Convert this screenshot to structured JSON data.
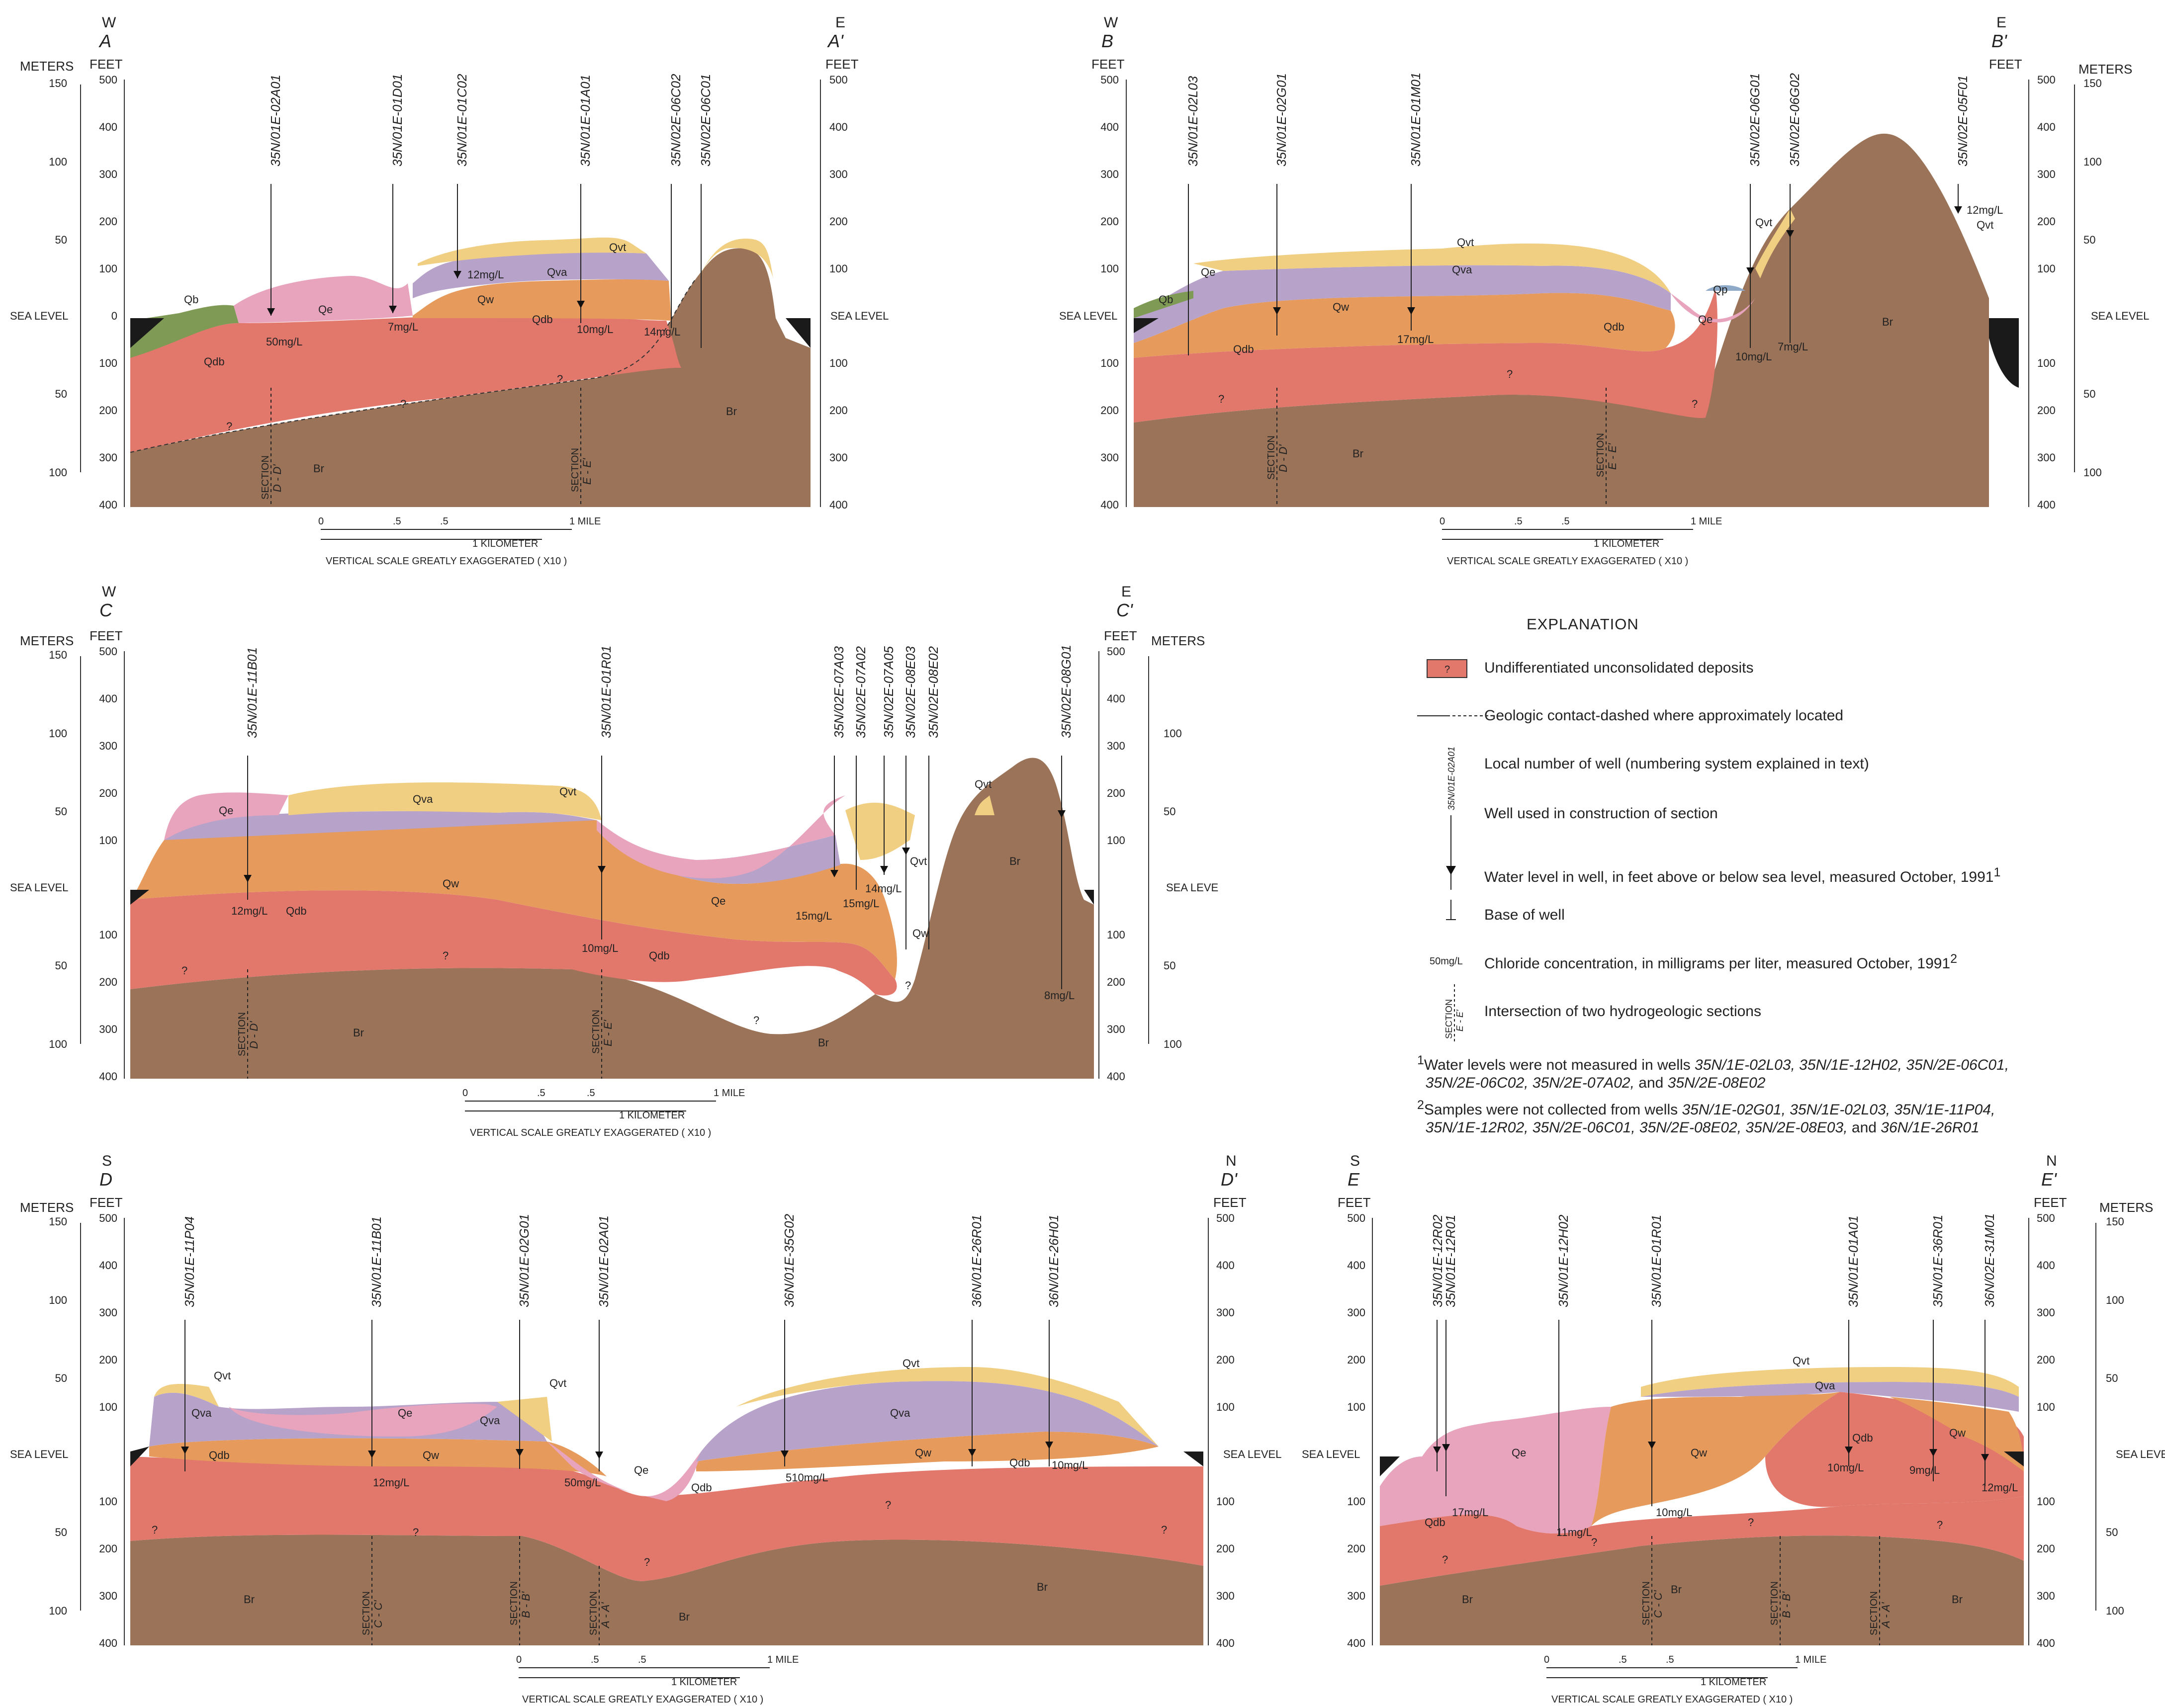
{
  "colors": {
    "Br": "#9a7358",
    "Qdb": "#e2776c",
    "Qw": "#e69a5c",
    "Qva": "#b7a2c9",
    "Qvt": "#f0cf82",
    "Qe": "#e8a3bd",
    "Qb": "#7f9a55",
    "Qp": "#8eaac8",
    "sea": "#1a1a1a"
  },
  "common": {
    "feet": "FEET",
    "meters": "METERS",
    "sea_level": "SEA LEVEL",
    "section": "SECTION",
    "scale_zero": "0",
    "scale_quarter": ".5",
    "scale_half": ".5",
    "scale_mile": "1 MILE",
    "scale_km": "1 KILOMETER",
    "scale_note": "VERTICAL SCALE GREATLY EXAGGERATED ( X10 )",
    "unknown": "?",
    "feet_ticks": [
      "500",
      "400",
      "300",
      "200",
      "100",
      "0",
      "100",
      "200",
      "300",
      "400"
    ],
    "meter_ticks": [
      "150",
      "100",
      "50",
      "0",
      "50",
      "100"
    ]
  },
  "sections": [
    {
      "id": "A",
      "dir_left": "W",
      "dir_right": "E",
      "label_left": "A",
      "label_right": "A'",
      "wells": [
        "35N/01E-02A01",
        "35N/01E-01D01",
        "35N/01E-01C02",
        "35N/01E-01A01",
        "35N/02E-06C02",
        "35N/02E-06C01"
      ],
      "chlorides": [
        "50mg/L",
        "7mg/L",
        "12mg/L",
        "10mg/L",
        "14mg/L"
      ],
      "units": [
        "Qb",
        "Qe",
        "Qva",
        "Qvt",
        "Qw",
        "Qdb",
        "Qdb",
        "Br",
        "Br"
      ],
      "intersections": [
        "D - D'",
        "E - E'"
      ]
    },
    {
      "id": "B",
      "dir_left": "W",
      "dir_right": "E",
      "label_left": "B",
      "label_right": "B'",
      "wells": [
        "35N/01E-02L03",
        "35N/01E-02G01",
        "35N/01E-01M01",
        "35N/02E-06G01",
        "35N/02E-06G02",
        "35N/02E-05F01"
      ],
      "chlorides": [
        "17mg/L",
        "10mg/L",
        "7mg/L",
        "12mg/L"
      ],
      "units": [
        "Qb",
        "Qe",
        "Qvt",
        "Qva",
        "Qw",
        "Qdb",
        "Qdb",
        "Qp",
        "Qe",
        "Qvt",
        "Qvt",
        "Br",
        "Br"
      ],
      "intersections": [
        "D - D'",
        "E - E'"
      ]
    },
    {
      "id": "C",
      "dir_left": "W",
      "dir_right": "E",
      "label_left": "C",
      "label_right": "C'",
      "wells": [
        "35N/01E-11B01",
        "35N/01E-01R01",
        "35N/02E-07A03",
        "35N/02E-07A02",
        "35N/02E-07A05",
        "35N/02E-08E03",
        "35N/02E-08E02",
        "35N/02E-08G01"
      ],
      "chlorides": [
        "12mg/L",
        "10mg/L",
        "15mg/L",
        "15mg/L",
        "14mg/L",
        "8mg/L"
      ],
      "units": [
        "Qe",
        "Qva",
        "Qvt",
        "Qw",
        "Qdb",
        "Qdb",
        "Qe",
        "Qvt",
        "Qvt",
        "Qw",
        "Br",
        "Br",
        "Br"
      ],
      "intersections": [
        "D - D'",
        "E - E'"
      ]
    },
    {
      "id": "D",
      "dir_left": "S",
      "dir_right": "N",
      "label_left": "D",
      "label_right": "D'",
      "wells": [
        "35N/01E-11P04",
        "35N/01E-11B01",
        "35N/01E-02G01",
        "35N/01E-02A01",
        "36N/01E-35G02",
        "36N/01E-26R01",
        "36N/01E-26H01"
      ],
      "chlorides": [
        "12mg/L",
        "50mg/L",
        "510mg/L",
        "10mg/L"
      ],
      "units": [
        "Qvt",
        "Qva",
        "Qe",
        "Qva",
        "Qvt",
        "Qdb",
        "Qw",
        "Qe",
        "Qdb",
        "Qva",
        "Qvt",
        "Qw",
        "Qdb",
        "Br",
        "Br",
        "Br"
      ],
      "intersections": [
        "C - C'",
        "B - B'",
        "A - A'"
      ]
    },
    {
      "id": "E",
      "dir_left": "S",
      "dir_right": "N",
      "label_left": "E",
      "label_right": "E'",
      "wells": [
        "35N/01E-12R02",
        "35N/01E-12R01",
        "35N/01E-12H02",
        "35N/01E-01R01",
        "35N/01E-01A01",
        "35N/01E-36R01",
        "36N/02E-31M01"
      ],
      "chlorides": [
        "17mg/L",
        "11mg/L",
        "10mg/L",
        "10mg/L",
        "9mg/L",
        "12mg/L"
      ],
      "units": [
        "Qe",
        "Qdb",
        "Qvt",
        "Qva",
        "Qw",
        "Qdb",
        "Qw",
        "Br",
        "Br",
        "Br"
      ],
      "intersections": [
        "C - C'",
        "B - B'",
        "A - A'"
      ]
    }
  ],
  "explanation": {
    "title": "EXPLANATION",
    "items": [
      "Undifferentiated unconsolidated deposits",
      "Geologic contact-dashed where approximately located",
      "Local number of well (numbering system explained in text)",
      "Well used in construction of section",
      "Water level in well, in feet above or below sea level, measured October, 1991",
      "Base of well",
      "Chloride concentration, in milligrams per liter, measured October, 1991",
      "Intersection of two hydrogeologic sections"
    ],
    "sample_well": "35N/01E-02A01",
    "sample_chloride": "50mg/L",
    "sample_section": "SECTION",
    "sample_section_label": "E - E'",
    "sup1": "1",
    "sup2": "2",
    "footnote1_a": "Water levels were not measured in wells ",
    "footnote1_b": "35N/1E-02L03, 35N/1E-12H02, 35N/2E-06C01,",
    "footnote1_c": "35N/2E-06C02, 35N/2E-07A02,",
    "footnote1_d": " and ",
    "footnote1_e": "35N/2E-08E02",
    "footnote2_a": "Samples were not collected from wells ",
    "footnote2_b": "35N/1E-02G01, 35N/1E-02L03, 35N/1E-11P04,",
    "footnote2_c": "35N/1E-12R02, 35N/2E-06C01, 35N/2E-08E02, 35N/2E-08E03,",
    "footnote2_d": " and ",
    "footnote2_e": "36N/1E-26R01"
  }
}
